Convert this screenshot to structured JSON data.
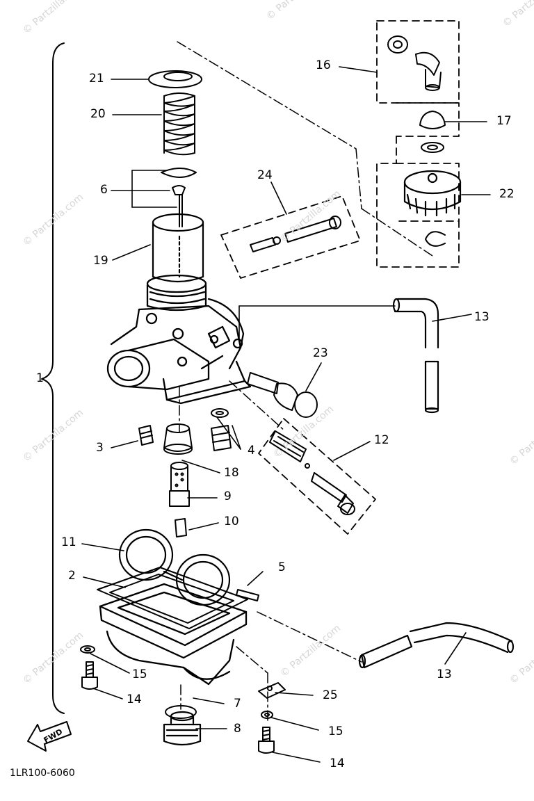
{
  "callouts": {
    "c1": "1",
    "c2": "2",
    "c3": "3",
    "c4": "4",
    "c5": "5",
    "c6": "6",
    "c7": "7",
    "c8": "8",
    "c9": "9",
    "c10": "10",
    "c11": "11",
    "c12": "12",
    "c13a": "13",
    "c13b": "13",
    "c14a": "14",
    "c14b": "14",
    "c15a": "15",
    "c15b": "15",
    "c16": "16",
    "c17": "17",
    "c18": "18",
    "c19": "19",
    "c20": "20",
    "c21": "21",
    "c22": "22",
    "c23": "23",
    "c24": "24",
    "c25": "25"
  },
  "diagram_code": "1LR100-6060",
  "fwd_label": "FWD",
  "watermark": "© Partzilla.com",
  "colors": {
    "ink": "#000000",
    "watermark": "#d6d6d6",
    "background": "#ffffff"
  }
}
